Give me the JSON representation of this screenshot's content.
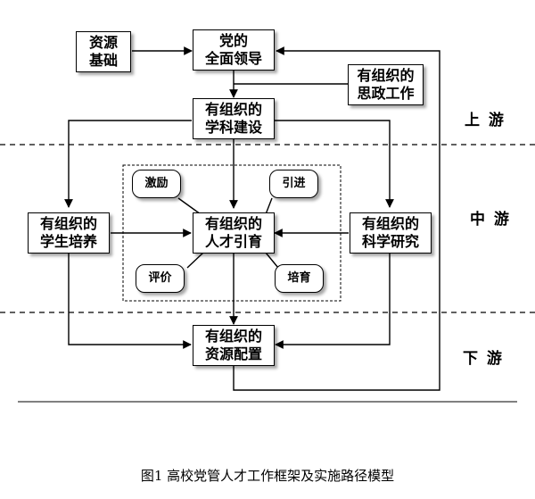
{
  "nodes": {
    "resource_base": [
      "资源",
      "基础"
    ],
    "party_leadership": [
      "党的",
      "全面领导"
    ],
    "ideological_work": [
      "有组织的",
      "思政工作"
    ],
    "discipline_building": [
      "有组织的",
      "学科建设"
    ],
    "student_training": [
      "有组织的",
      "学生培养"
    ],
    "talent_attraction": [
      "有组织的",
      "人才引育"
    ],
    "scientific_research": [
      "有组织的",
      "科学研究"
    ],
    "resource_allocation": [
      "有组织的",
      "资源配置"
    ]
  },
  "talent_mechanisms": {
    "incentive": "激励",
    "introduction": "引进",
    "evaluation": "评价",
    "cultivation": "培育"
  },
  "zones": {
    "upstream": "上 游",
    "midstream": "中 游",
    "downstream": "下 游"
  },
  "caption": "图1 高校党管人才工作框架及实施路径模型"
}
